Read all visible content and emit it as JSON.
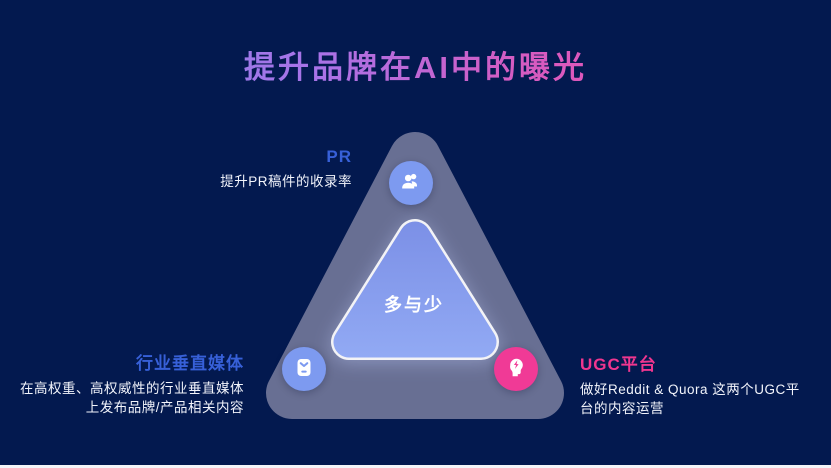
{
  "slide": {
    "title": "提升品牌在AI中的曝光",
    "center_label": "多与少",
    "nodes": {
      "top": {
        "label": "PR",
        "desc_lines": [
          "提升PR稿件的收录率"
        ],
        "icon": "users-icon"
      },
      "left": {
        "label": "行业垂直媒体",
        "desc_lines": [
          "在高权重、高权威性的行业垂直媒体",
          "上发布品牌/产品相关内容"
        ],
        "icon": "bag-icon"
      },
      "right": {
        "label": "UGC平台",
        "desc_lines": [
          "做好Reddit & Quora 这两个UGC平",
          "台的内容运营"
        ],
        "icon": "head-bolt-icon"
      }
    },
    "colors": {
      "background": "#03194f",
      "title_gradient_start": "#7c88ea",
      "title_gradient_end": "#fa4aa4",
      "label_blue": "#3760d8",
      "label_pink": "#f0368f",
      "node_circle_blue": "#7d9af0",
      "node_circle_pink": "#f03a96",
      "outer_triangle": "#686f93",
      "inner_triangle_top": "#7b8fe6",
      "inner_triangle_bottom": "#92aaf4",
      "body_text": "#f2f4fb"
    }
  }
}
